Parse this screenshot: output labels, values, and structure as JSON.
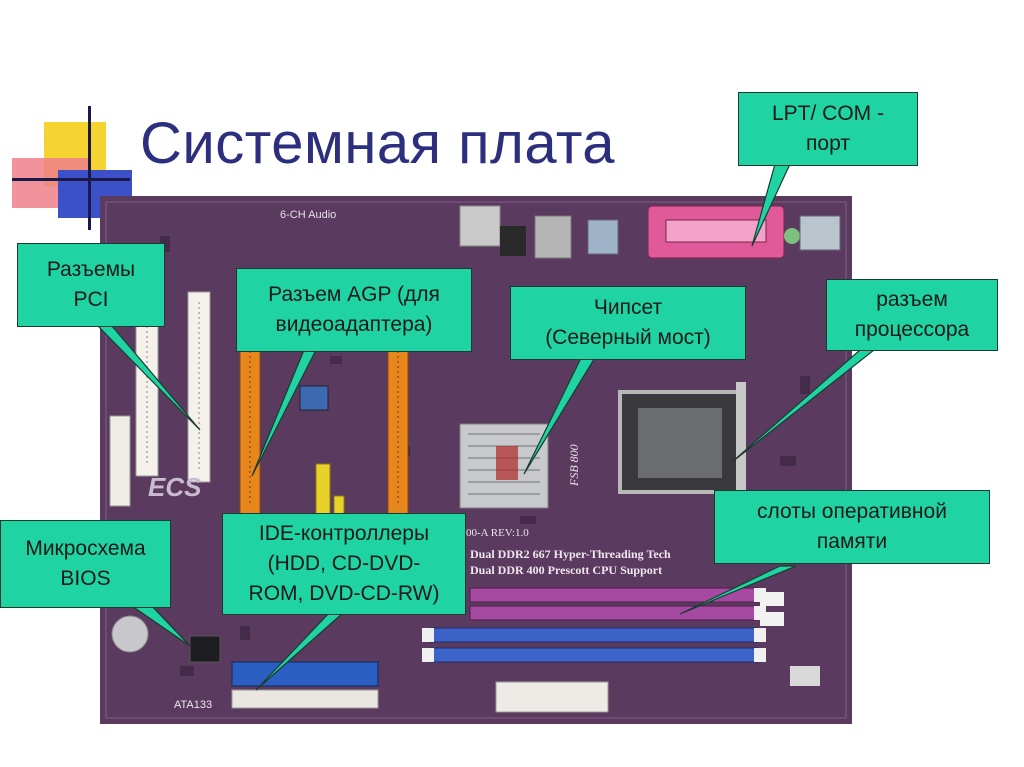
{
  "slide": {
    "title": "Системная плата"
  },
  "board_markings": {
    "brand": "ECS",
    "audio": "6-CH Audio",
    "chip_code": "FSB 800",
    "memory_line1": "Dual DDR2 667  Hyper-Threading Tech",
    "memory_line2": "Dual DDR 400    Prescott CPU Support",
    "revision": "5400-A  REV:1.0",
    "ide_label": "ATA133"
  },
  "callouts": [
    {
      "id": "lpt-com-port",
      "text": "LPT/ COM -\nпорт"
    },
    {
      "id": "pci-slots",
      "text": "Разъемы\nPCI"
    },
    {
      "id": "agp-slot",
      "text": "Разъем AGP (для\nвидеоадаптера)"
    },
    {
      "id": "chipset",
      "text": "Чипсет\n(Северный мост)"
    },
    {
      "id": "cpu-socket",
      "text": "разъем\nпроцессора"
    },
    {
      "id": "bios-chip",
      "text": "Микросхема\nBIOS"
    },
    {
      "id": "ide-controllers",
      "text": "IDE-контроллеры\n(HDD, CD-DVD-\nROM, DVD-CD-RW)"
    },
    {
      "id": "ram-slots",
      "text": "слоты оперативной\nпамяти"
    }
  ],
  "colors": {
    "callout_fill": "#1fd3a2",
    "title": "#2b2f7e",
    "board": "#5a3a5e"
  }
}
